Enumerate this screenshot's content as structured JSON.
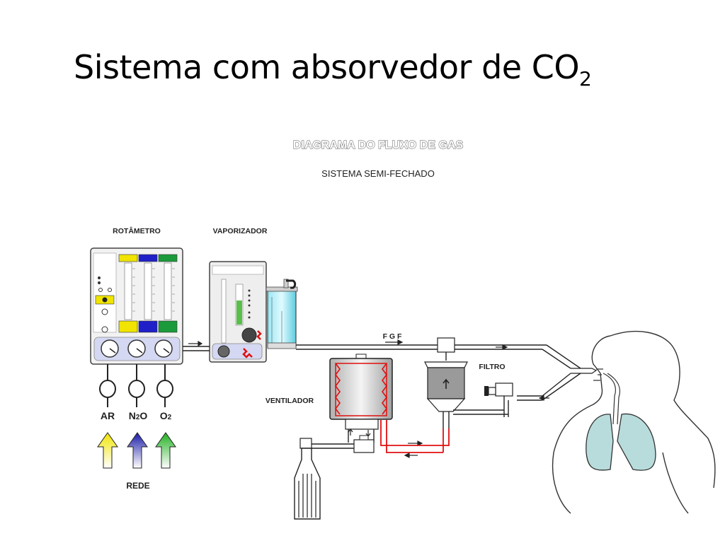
{
  "slide": {
    "title_main": "Sistema com absorvedor de CO",
    "title_sub": "2"
  },
  "diagram": {
    "heading": "DIAGRAMA DO FLUXO DE GAS",
    "subheading": "SISTEMA SEMI-FECHADO",
    "labels": {
      "rotametro": "ROTÂMETRO",
      "vaporizador": "VAPORIZADOR",
      "fgf": "F G F",
      "filtro": "FILTRO",
      "ventilador": "VENTILADOR",
      "rede": "REDE"
    },
    "gases": [
      {
        "name": "AR",
        "color": "#f0e400"
      },
      {
        "name": "N2O",
        "color": "#2020c8"
      },
      {
        "name": "O2",
        "color": "#2cb02c"
      }
    ],
    "colors": {
      "rotameter_yellow": "#f0e400",
      "rotameter_blue": "#2020c8",
      "rotameter_green": "#1a9a3a",
      "reservoir_cyan": "#6fd6ea",
      "bellows_red": "#e01010",
      "lungs": "#b8dcdc"
    }
  }
}
